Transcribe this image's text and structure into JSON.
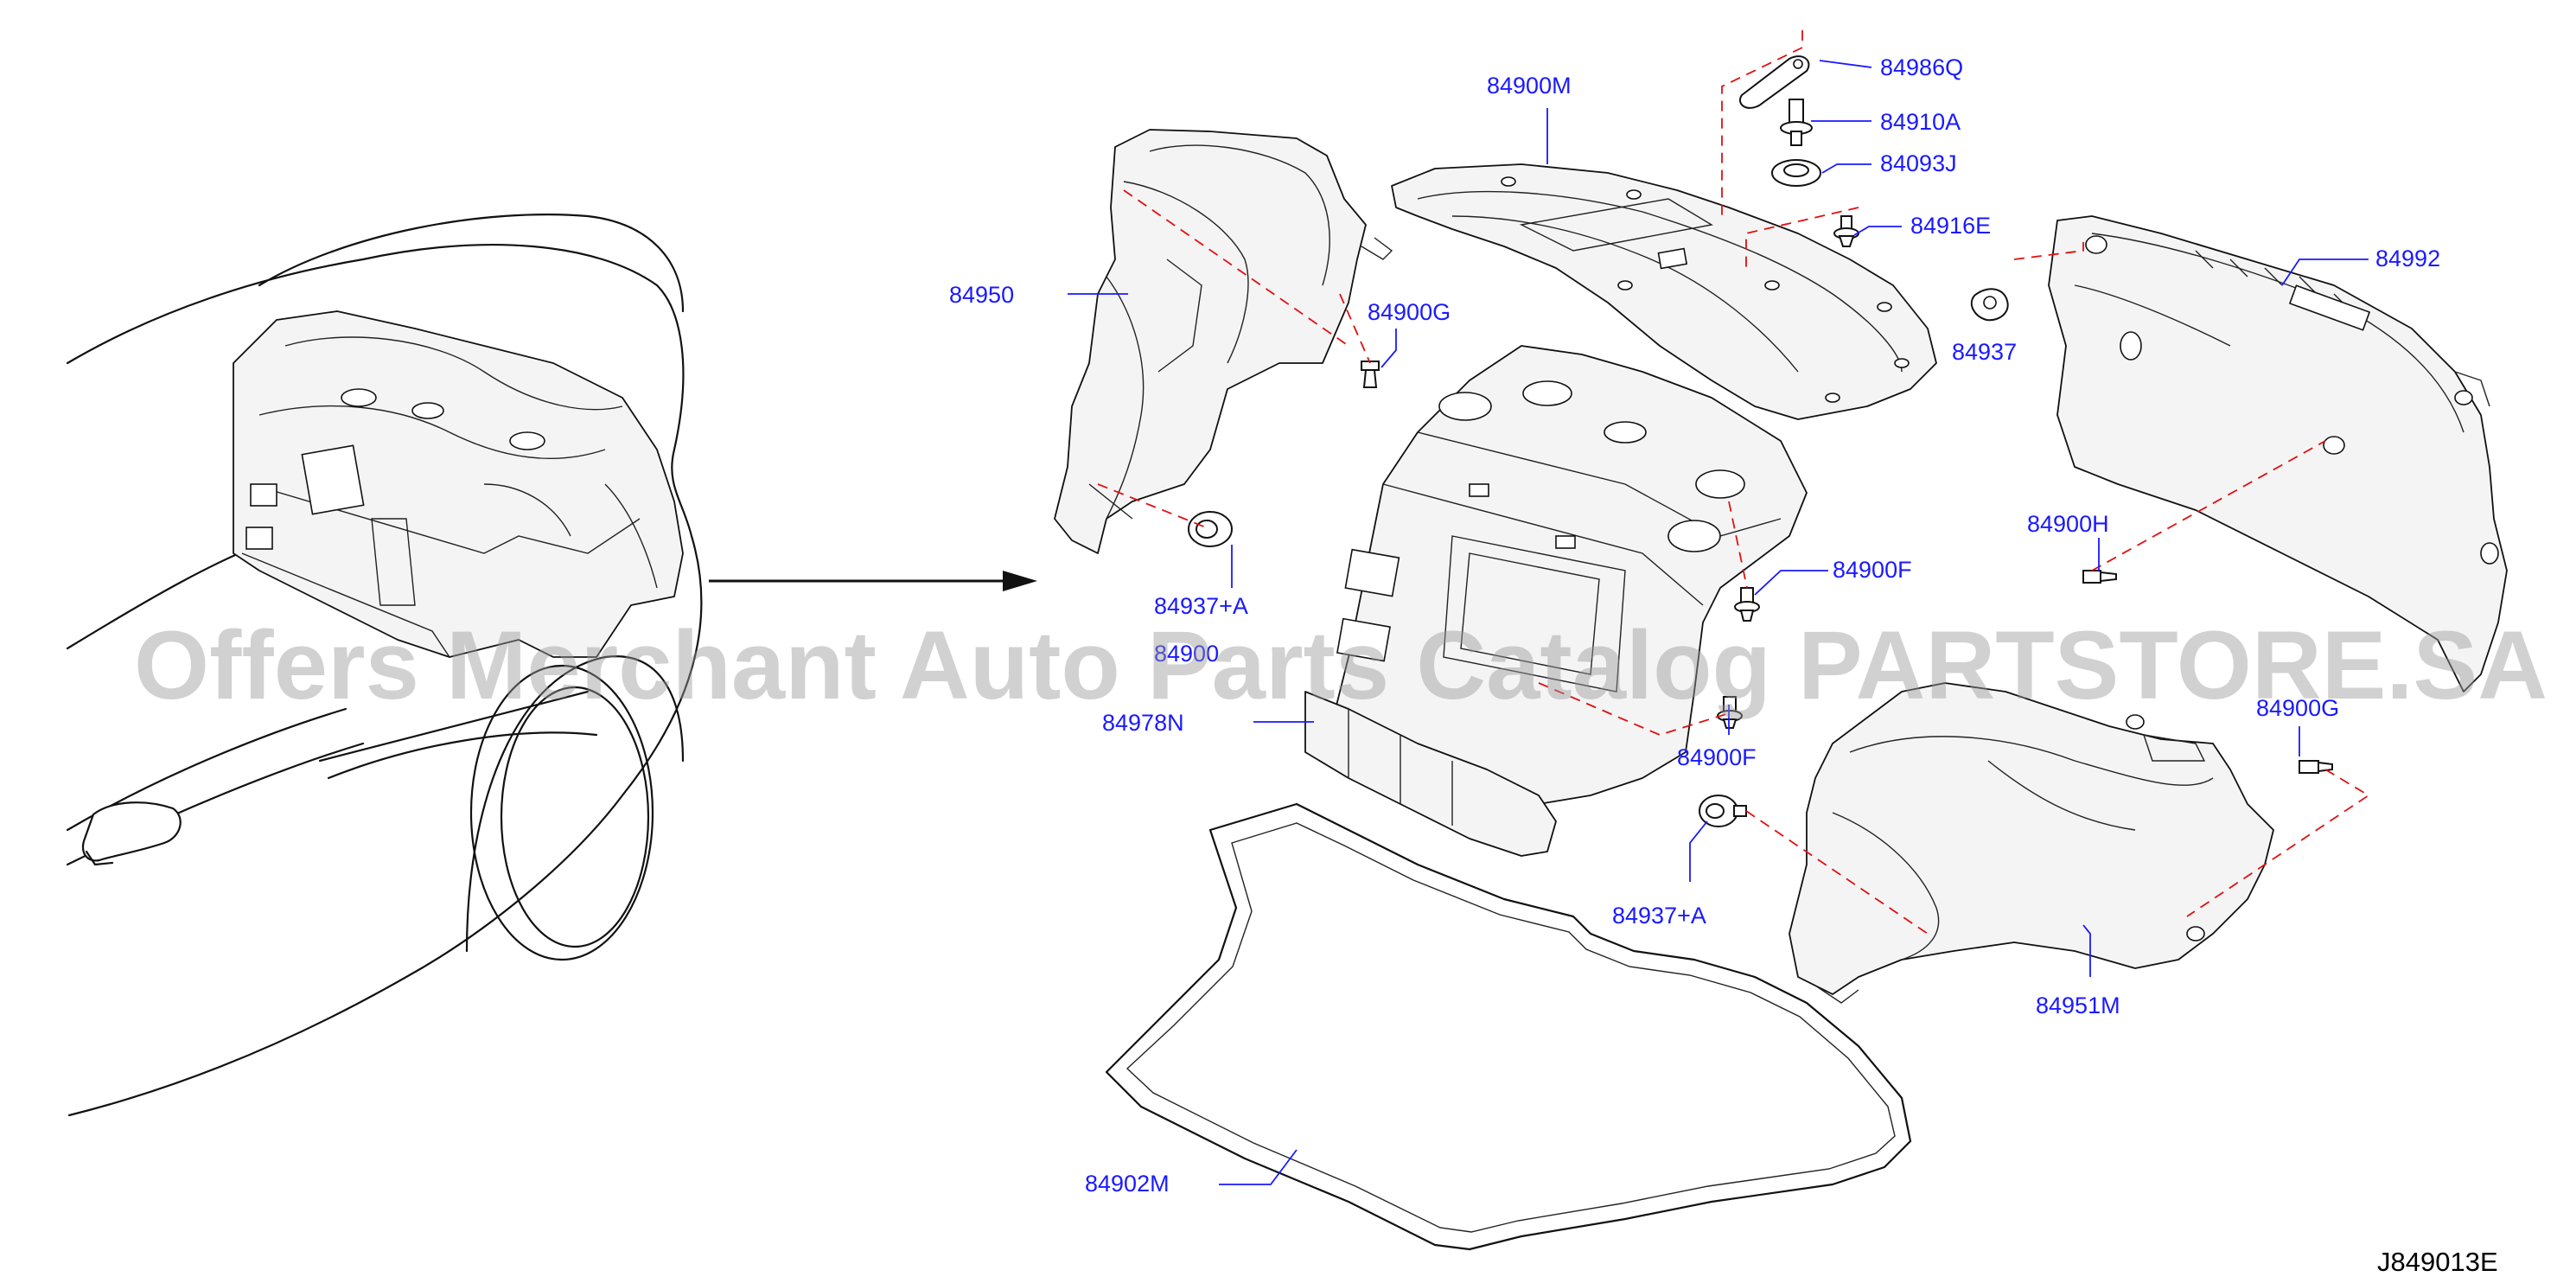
{
  "diagram_code": "J849013E",
  "watermark": "Offers Merchant Auto Parts Catalog PARTSTORE.SA",
  "colors": {
    "label": "#1a1aff",
    "leader": "#1a1aff",
    "dashed_guide": "#e01010",
    "outline": "#111111",
    "watermark": "#9a9a9a"
  },
  "callouts": [
    {
      "id": "84900M",
      "text": "84900M"
    },
    {
      "id": "84986Q",
      "text": "84986Q"
    },
    {
      "id": "84910A",
      "text": "84910A"
    },
    {
      "id": "84093J",
      "text": "84093J"
    },
    {
      "id": "84916E",
      "text": "84916E"
    },
    {
      "id": "84992",
      "text": "84992"
    },
    {
      "id": "84937",
      "text": "84937"
    },
    {
      "id": "84950",
      "text": "84950"
    },
    {
      "id": "84900G-top",
      "text": "84900G"
    },
    {
      "id": "84937A-left",
      "text": "84937+A"
    },
    {
      "id": "84900-partial",
      "text": "84900"
    },
    {
      "id": "84978N",
      "text": "84978N"
    },
    {
      "id": "84900F-right",
      "text": "84900F"
    },
    {
      "id": "84900F-lower",
      "text": "84900F"
    },
    {
      "id": "84937A-lower",
      "text": "84937+A"
    },
    {
      "id": "84900H",
      "text": "84900H"
    },
    {
      "id": "84900G-right",
      "text": "84900G"
    },
    {
      "id": "84951M",
      "text": "84951M"
    },
    {
      "id": "84902M",
      "text": "84902M"
    }
  ]
}
